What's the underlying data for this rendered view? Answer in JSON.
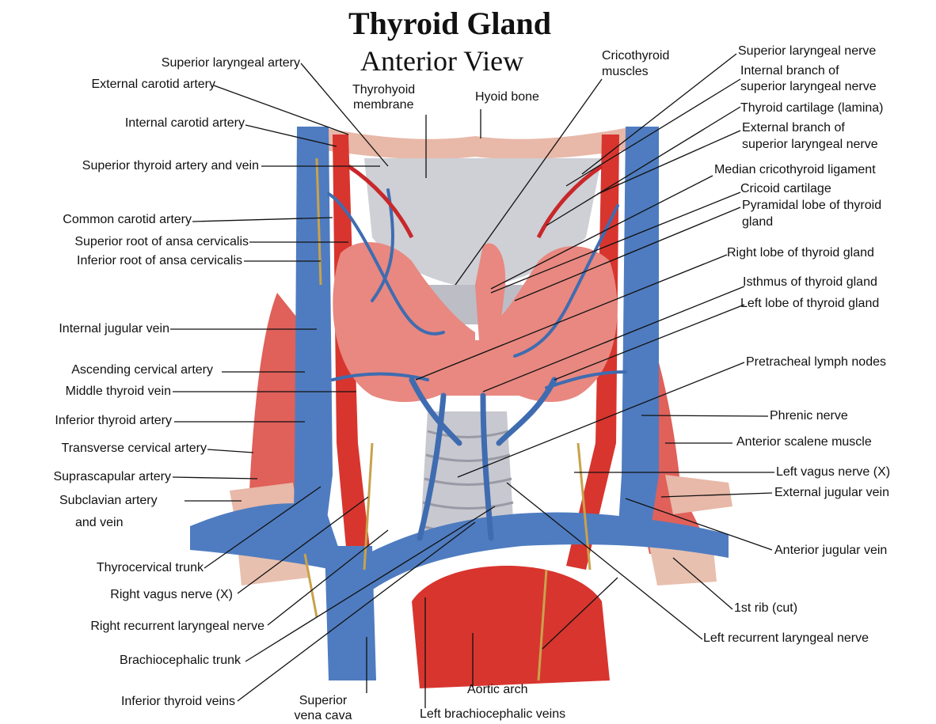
{
  "title": "Thyroid Gland",
  "subtitle": "Anterior View",
  "colors": {
    "vein": "#4f7cc0",
    "vein_dark": "#2f5a9c",
    "artery": "#d8352f",
    "muscle": "#e0605a",
    "thyroid": "#e88880",
    "cartilage": "#cfcfd6",
    "bone": "#e8b8a8",
    "nerve": "#c9a24a",
    "leader": "#111111"
  },
  "labels": {
    "superior_laryngeal_artery": "Superior laryngeal artery",
    "external_carotid_artery": "External carotid artery",
    "internal_carotid_artery": "Internal carotid artery",
    "superior_thyroid_artery_vein": "Superior thyroid artery and vein",
    "common_carotid_artery": "Common carotid artery",
    "superior_root_ansa": "Superior root of ansa cervicalis",
    "inferior_root_ansa": "Inferior root of ansa cervicalis",
    "internal_jugular_vein": "Internal jugular vein",
    "ascending_cervical_artery": "Ascending cervical artery",
    "middle_thyroid_vein": "Middle thyroid vein",
    "inferior_thyroid_artery": "Inferior thyroid artery",
    "transverse_cervical_artery": "Transverse cervical artery",
    "suprascapular_artery": "Suprascapular artery",
    "subclavian_artery": "Subclavian artery",
    "and_vein": "and vein",
    "thyrocervical_trunk": "Thyrocervical trunk",
    "right_vagus_nerve": "Right vagus nerve (X)",
    "right_recurrent_laryngeal_nerve": "Right recurrent laryngeal nerve",
    "brachiocephalic_trunk": "Brachiocephalic trunk",
    "inferior_thyroid_veins": "Inferior thyroid veins",
    "superior_vena_cava_1": "Superior",
    "superior_vena_cava_2": "vena cava",
    "left_brachiocephalic_veins": "Left brachiocephalic veins",
    "aortic_arch": "Aortic arch",
    "thyrohyoid_membrane_1": "Thyrohyoid",
    "thyrohyoid_membrane_2": "membrane",
    "hyoid_bone": "Hyoid bone",
    "cricothyroid_muscles_1": "Cricothyroid",
    "cricothyroid_muscles_2": "muscles",
    "superior_laryngeal_nerve": "Superior laryngeal nerve",
    "internal_branch_1": "Internal branch of",
    "internal_branch_2": "superior laryngeal nerve",
    "thyroid_cartilage": "Thyroid cartilage (lamina)",
    "external_branch_1": "External branch of",
    "external_branch_2": "superior laryngeal nerve",
    "median_cricothyroid_ligament": "Median cricothyroid ligament",
    "cricoid_cartilage": "Cricoid cartilage",
    "pyramidal_lobe_1": "Pyramidal lobe of thyroid",
    "pyramidal_lobe_2": "gland",
    "right_lobe": "Right lobe of thyroid gland",
    "isthmus": "Isthmus of thyroid gland",
    "left_lobe": "Left lobe of thyroid gland",
    "pretracheal_lymph_nodes": "Pretracheal lymph nodes",
    "phrenic_nerve": "Phrenic nerve",
    "anterior_scalene_muscle": "Anterior scalene muscle",
    "left_vagus_nerve": "Left vagus nerve (X)",
    "external_jugular_vein": "External jugular vein",
    "anterior_jugular_vein": "Anterior jugular vein",
    "first_rib": "1st rib (cut)",
    "left_recurrent_laryngeal_nerve": "Left recurrent laryngeal nerve"
  }
}
